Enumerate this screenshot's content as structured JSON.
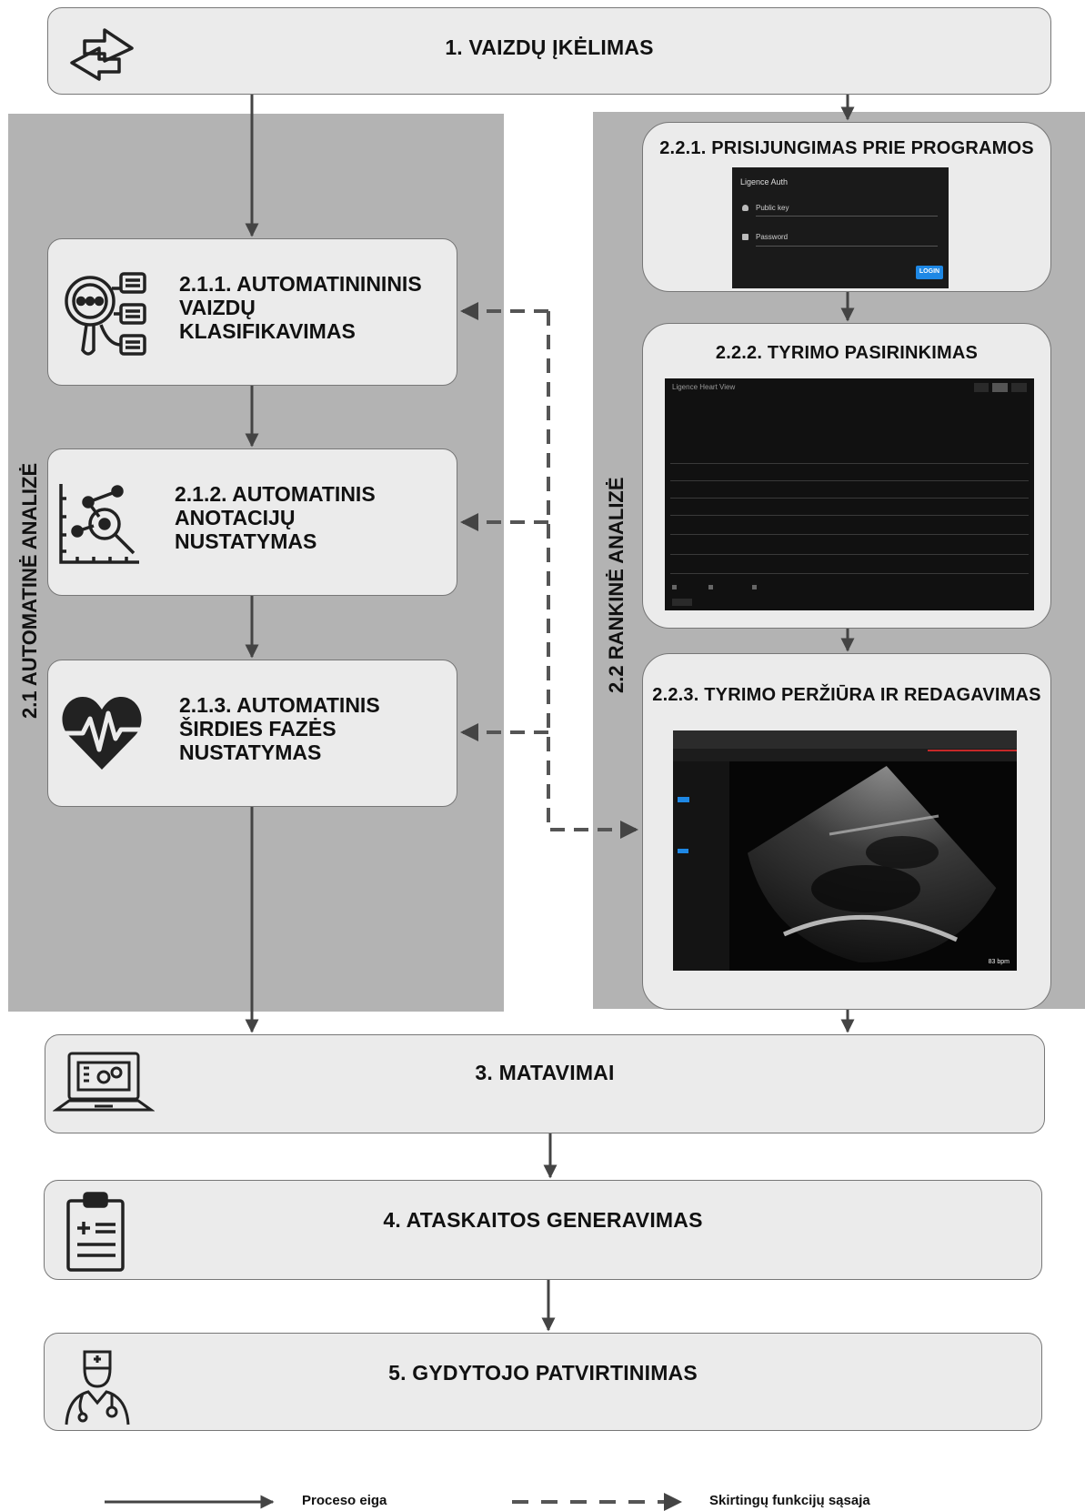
{
  "steps": {
    "upload": "1. VAIZDŲ ĮKĖLIMAS",
    "measurements": "3. MATAVIMAI",
    "report": "4. ATASKAITOS GENERAVIMAS",
    "approval": "5. GYDYTOJO PATVIRTINIMAS"
  },
  "auto": {
    "label": "2.1 AUTOMATINĖ ANALIZĖ",
    "classification": "2.1.1. AUTOMATINININIS\nVAIZDŲ\nKLASIFIKAVIMAS",
    "annotation": "2.1.2. AUTOMATINIS\nANOTACIJŲ\nNUSTATYMAS",
    "phase": "2.1.3. AUTOMATINIS\nŠIRDIES  FAZĖS\nNUSTATYMAS"
  },
  "manual": {
    "label": "2.2 RANKINĖ ANALIZĖ",
    "login": "2.2.1. PRISIJUNGIMAS PRIE PROGRAMOS",
    "selection": "2.2.2.  TYRIMO PASIRINKIMAS",
    "review": "2.2.3. TYRIMO PERŽIŪRA IR REDAGAVIMAS"
  },
  "login_screen": {
    "title": "Ligence Auth",
    "public_key": "Public key",
    "password": "Password",
    "button": "LOGIN"
  },
  "selection_screen": {
    "title": "Ligence Heart View"
  },
  "review_screen": {
    "bpm": "83 bpm"
  },
  "legend": {
    "solid": "Proceso eiga",
    "dashed": "Skirtingų funkcijų sąsaja"
  },
  "colors": {
    "panel": "#b3b3b3",
    "box": "#ebebeb",
    "arrow": "#444444",
    "dashed": "#555555",
    "login_button": "#1e88e5"
  },
  "icons": {
    "upload": "swap-arrows-icon",
    "classification": "magnifier-list-icon",
    "annotation": "scatter-magnifier-icon",
    "phase": "heartbeat-icon",
    "measurements": "laptop-gears-icon",
    "report": "clipboard-icon",
    "approval": "doctor-icon"
  }
}
